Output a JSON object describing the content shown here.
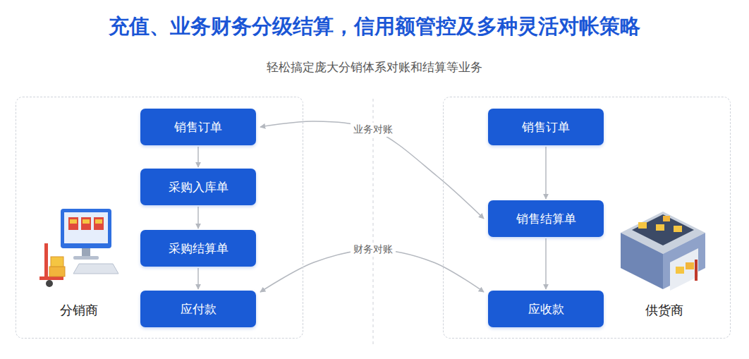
{
  "diagram": {
    "title": "充值、业务财务分级结算，信用额管控及多种灵活对帐策略",
    "nodes": [
      {
        "text": [
          "分销商"
        ]
      },
      {
        "text": [
          "销售订单"
        ],
        "in": 0
      },
      {
        "text": [
          "采购入库单"
        ],
        "in": 0
      },
      {
        "text": [
          "采购结算单"
        ],
        "in": 0
      },
      {
        "text": [
          "应付款"
        ],
        "in": 0
      },
      {
        "text": [
          "供货商"
        ]
      },
      {
        "text": [
          "销售订单"
        ],
        "in": 5
      },
      {
        "text": [
          "销售结算单"
        ],
        "in": 5
      },
      {
        "text": [
          "应收款"
        ],
        "in": 5
      }
    ],
    "edges": [
      {
        "from": 1,
        "to": 2,
        "arrow": "to"
      },
      {
        "from": 2,
        "to": 3,
        "arrow": "to"
      },
      {
        "from": 3,
        "to": 4,
        "arrow": "to"
      },
      {
        "from": 6,
        "to": 7,
        "arrow": "to"
      },
      {
        "from": 7,
        "to": 8,
        "arrow": "to"
      },
      {
        "from": 1,
        "to": 7,
        "label": "业务对账",
        "arrow": "both"
      },
      {
        "from": 4,
        "to": 8,
        "label": "财务对账",
        "arrow": "both"
      }
    ],
    "labels": [
      "轻松搞定庞大分销体系对账和结算等业务"
    ]
  }
}
